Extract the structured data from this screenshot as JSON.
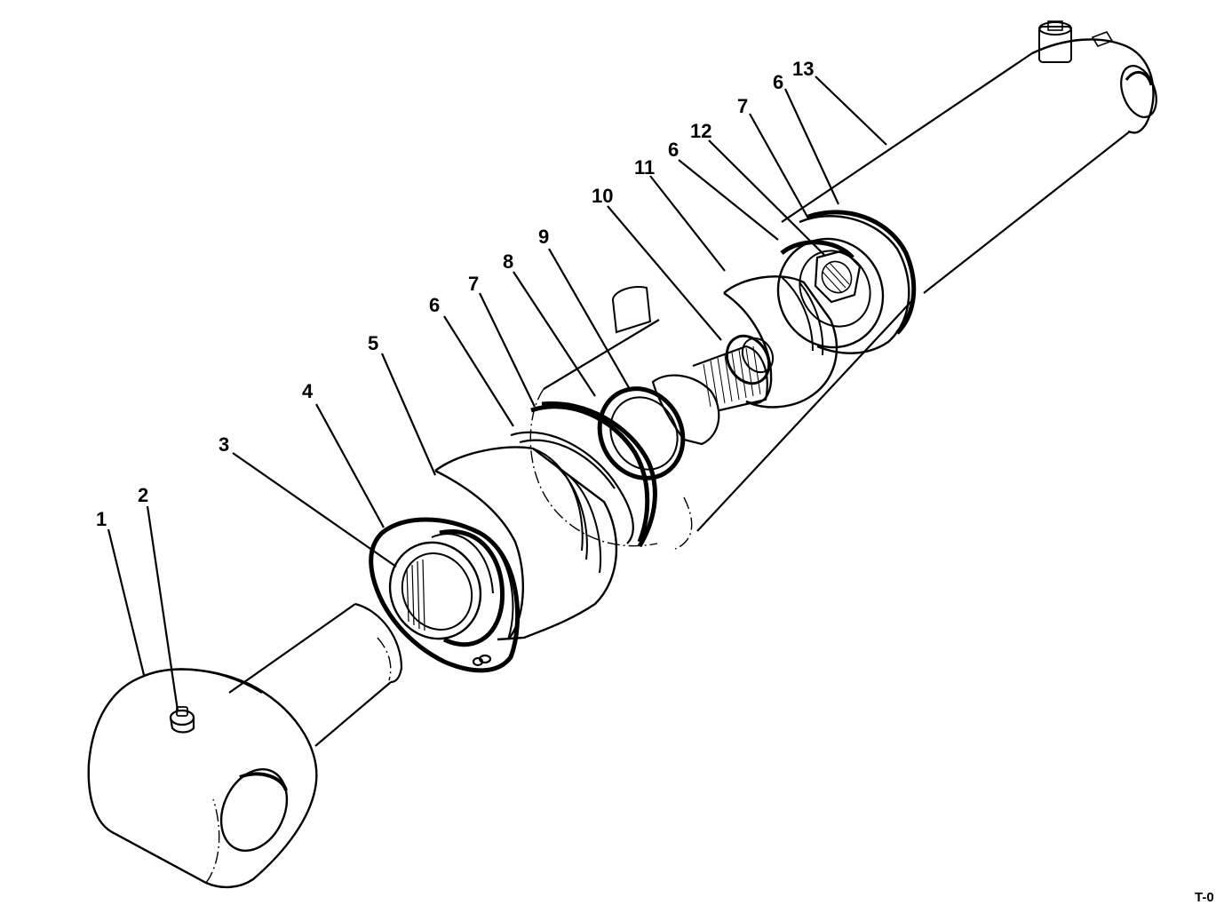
{
  "diagram": {
    "callouts": [
      {
        "id": "c1",
        "label": "1"
      },
      {
        "id": "c2",
        "label": "2"
      },
      {
        "id": "c3",
        "label": "3"
      },
      {
        "id": "c4",
        "label": "4"
      },
      {
        "id": "c5",
        "label": "5"
      },
      {
        "id": "c6a",
        "label": "6"
      },
      {
        "id": "c7a",
        "label": "7"
      },
      {
        "id": "c8",
        "label": "8"
      },
      {
        "id": "c9",
        "label": "9"
      },
      {
        "id": "c10",
        "label": "10"
      },
      {
        "id": "c11",
        "label": "11"
      },
      {
        "id": "c6b",
        "label": "6"
      },
      {
        "id": "c12",
        "label": "12"
      },
      {
        "id": "c7b",
        "label": "7"
      },
      {
        "id": "c6c",
        "label": "6"
      },
      {
        "id": "c13",
        "label": "13"
      }
    ],
    "figure_code": "T-0"
  }
}
